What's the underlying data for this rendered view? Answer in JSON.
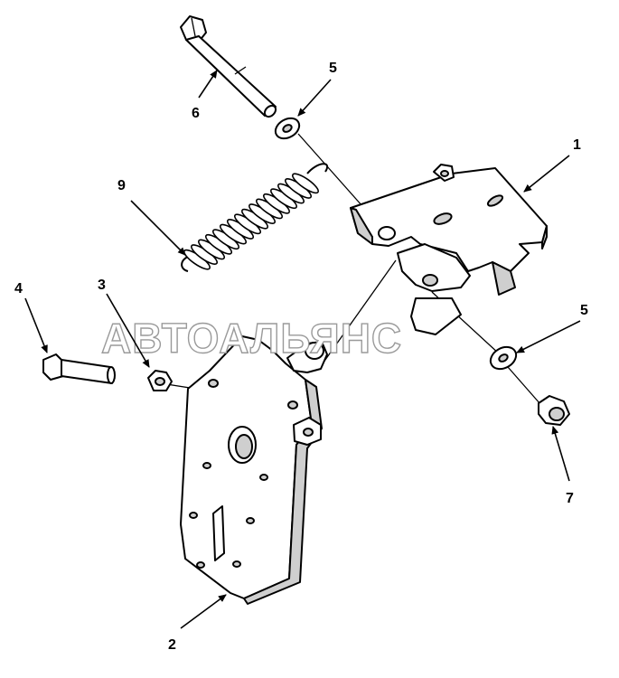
{
  "watermark": "АВТОАЛЬЯНС",
  "callouts": [
    {
      "id": "c1",
      "label": "1"
    },
    {
      "id": "c2",
      "label": "2"
    },
    {
      "id": "c3",
      "label": "3"
    },
    {
      "id": "c4",
      "label": "4"
    },
    {
      "id": "c5a",
      "label": "5"
    },
    {
      "id": "c5b",
      "label": "5"
    },
    {
      "id": "c6",
      "label": "6"
    },
    {
      "id": "c7",
      "label": "7"
    },
    {
      "id": "c9",
      "label": "9"
    }
  ]
}
